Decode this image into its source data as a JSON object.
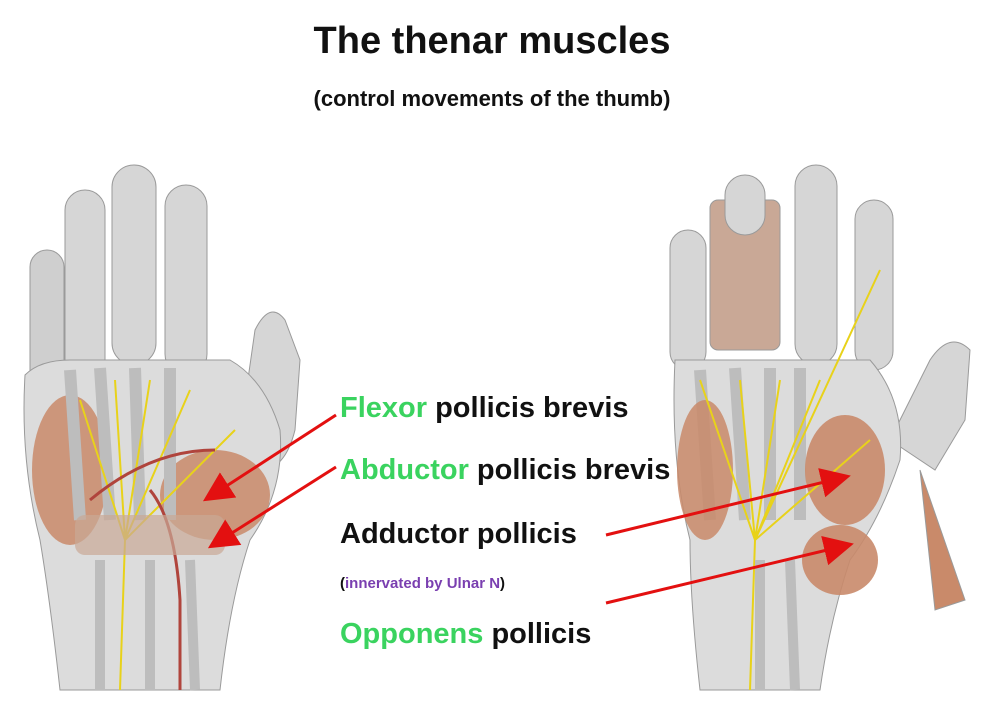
{
  "title": "The thenar muscles",
  "subtitle": "(control movements of the thumb)",
  "labels": [
    {
      "highlight": "Flexor",
      "rest": " pollicis brevis"
    },
    {
      "highlight": "Abductor",
      "rest": " pollicis brevis"
    },
    {
      "highlight": "",
      "rest": "Adductor pollicis"
    },
    {
      "highlight": "Opponens",
      "rest": " pollicis"
    }
  ],
  "note": {
    "open": "(",
    "text": "innervated by Ulnar N",
    "close": ")"
  },
  "colors": {
    "highlight": "#3ad35f",
    "note": "#7a3fb0",
    "arrow": "#e31010",
    "muscle": "#c98a6a",
    "tendon": "#d9d9d9",
    "nerve": "#e8d21a"
  }
}
